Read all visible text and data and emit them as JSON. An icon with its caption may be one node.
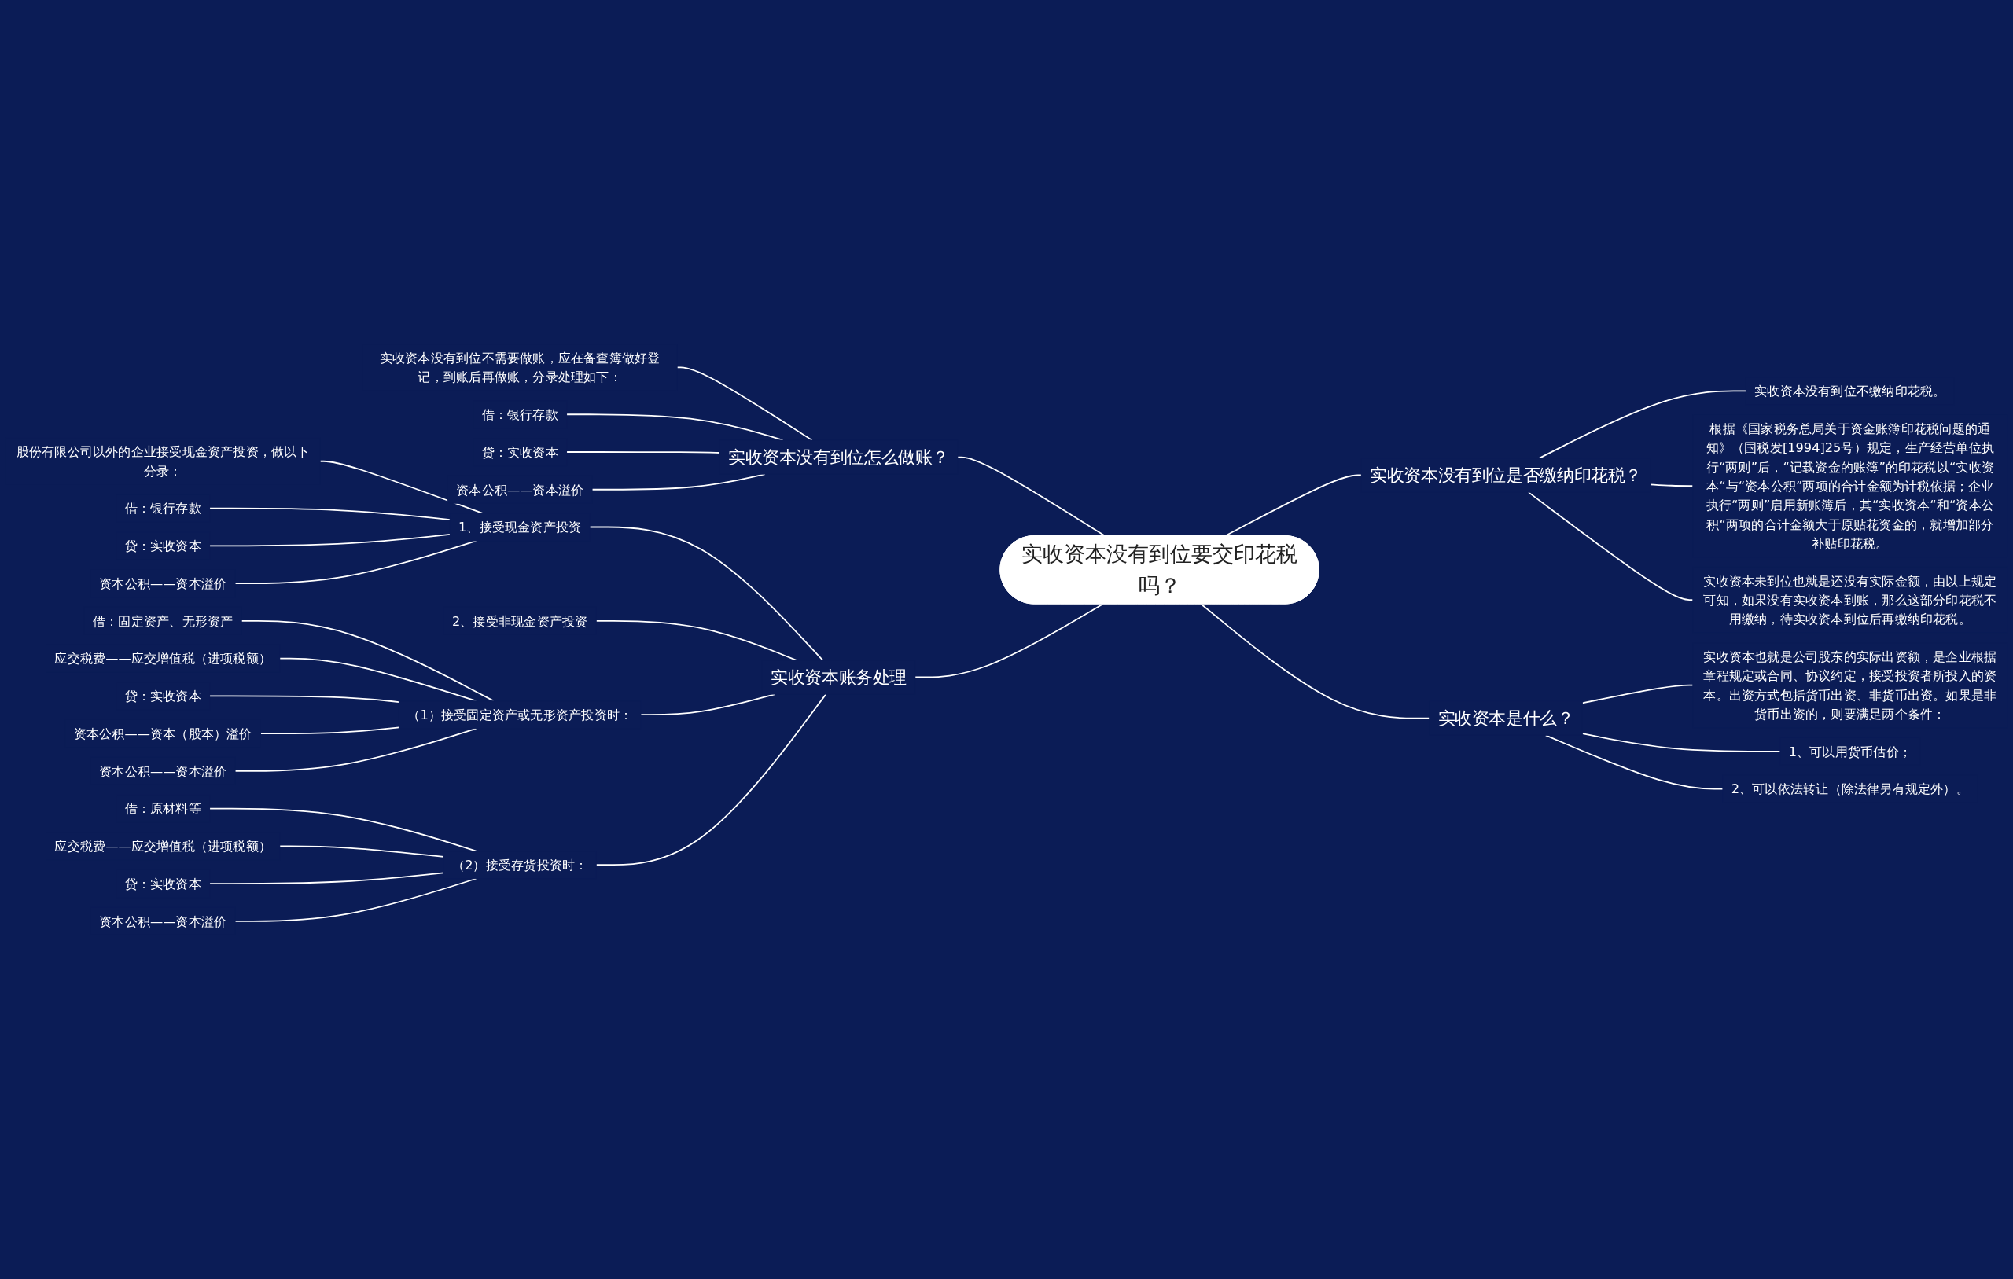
{
  "diagram": {
    "nodes": [
      {
        "text": [
          "实收资本没有到位要交印花税吗？"
        ]
      },
      {
        "text": [
          "实收资本没有到位怎么做账？"
        ]
      },
      {
        "text": [
          "实收资本没有到位不需要做账，应在备查簿做好登记，到账后再做账，分录处理如下："
        ]
      },
      {
        "text": [
          "借：银行存款"
        ]
      },
      {
        "text": [
          "贷：实收资本"
        ]
      },
      {
        "text": [
          "资本公积——资本溢价"
        ]
      },
      {
        "text": [
          "实收资本账务处理"
        ]
      },
      {
        "text": [
          "1、接受现金资产投资"
        ]
      },
      {
        "text": [
          "股份有限公司以外的企业接受现金资产投资，做以下分录："
        ]
      },
      {
        "text": [
          "借：银行存款"
        ]
      },
      {
        "text": [
          "贷：实收资本"
        ]
      },
      {
        "text": [
          "资本公积——资本溢价"
        ]
      },
      {
        "text": [
          "2、接受非现金资产投资"
        ]
      },
      {
        "text": [
          "（1）接受固定资产或无形资产投资时："
        ]
      },
      {
        "text": [
          "借：固定资产、无形资产"
        ]
      },
      {
        "text": [
          "应交税费——应交增值税（进项税额）"
        ]
      },
      {
        "text": [
          "贷：实收资本"
        ]
      },
      {
        "text": [
          "资本公积——资本（股本）溢价"
        ]
      },
      {
        "text": [
          "资本公积——资本溢价"
        ]
      },
      {
        "text": [
          "（2）接受存货投资时："
        ]
      },
      {
        "text": [
          "借：原材料等"
        ]
      },
      {
        "text": [
          "应交税费——应交增值税（进项税额）"
        ]
      },
      {
        "text": [
          "贷：实收资本"
        ]
      },
      {
        "text": [
          "资本公积——资本溢价"
        ]
      },
      {
        "text": [
          "实收资本没有到位是否缴纳印花税？"
        ]
      },
      {
        "text": [
          "实收资本没有到位不缴纳印花税。"
        ]
      },
      {
        "text": [
          "根据《国家税务总局关于资金账簿印花税问题的通知》（国税发[1994]25号）规定，生产经营单位执行“两则”后，“记载资金的账簿”的印花税以“实收资本“与“资本公积”两项的合计金额为计税依据；企业执行“两则”启用新账簿后，其“实收资本“和“资本公积“两项的合计金额大于原贴花资金的，就增加部分补贴印花税。"
        ]
      },
      {
        "text": [
          "实收资本未到位也就是还没有实际金额，由以上规定可知，如果没有实收资本到账，那么这部分印花税不用缴纳，待实收资本到位后再缴纳印花税。"
        ]
      },
      {
        "text": [
          "实收资本是什么？"
        ]
      },
      {
        "text": [
          "实收资本也就是公司股东的实际出资额，是企业根据章程规定或合同、协议约定，接受投资者所投入的资本。出资方式包括货币出资、非货币出资。如果是非货币出资的，则要满足两个条件："
        ]
      },
      {
        "text": [
          "1、可以用货币估价；"
        ]
      },
      {
        "text": [
          "2、可以依法转让（除法律另有规定外）。"
        ]
      }
    ],
    "edges": [
      {
        "from": 1,
        "to": 0,
        "arrow": "none"
      },
      {
        "from": 2,
        "to": 1,
        "arrow": "none"
      },
      {
        "from": 3,
        "to": 1,
        "arrow": "none"
      },
      {
        "from": 4,
        "to": 1,
        "arrow": "none"
      },
      {
        "from": 5,
        "to": 1,
        "arrow": "none"
      },
      {
        "from": 6,
        "to": 0,
        "arrow": "none"
      },
      {
        "from": 7,
        "to": 6,
        "arrow": "none"
      },
      {
        "from": 8,
        "to": 7,
        "arrow": "none"
      },
      {
        "from": 9,
        "to": 7,
        "arrow": "none"
      },
      {
        "from": 10,
        "to": 7,
        "arrow": "none"
      },
      {
        "from": 11,
        "to": 7,
        "arrow": "none"
      },
      {
        "from": 12,
        "to": 6,
        "arrow": "none"
      },
      {
        "from": 13,
        "to": 6,
        "arrow": "none"
      },
      {
        "from": 14,
        "to": 13,
        "arrow": "none"
      },
      {
        "from": 15,
        "to": 13,
        "arrow": "none"
      },
      {
        "from": 16,
        "to": 13,
        "arrow": "none"
      },
      {
        "from": 17,
        "to": 13,
        "arrow": "none"
      },
      {
        "from": 18,
        "to": 13,
        "arrow": "none"
      },
      {
        "from": 19,
        "to": 6,
        "arrow": "none"
      },
      {
        "from": 20,
        "to": 19,
        "arrow": "none"
      },
      {
        "from": 21,
        "to": 19,
        "arrow": "none"
      },
      {
        "from": 22,
        "to": 19,
        "arrow": "none"
      },
      {
        "from": 23,
        "to": 19,
        "arrow": "none"
      },
      {
        "from": 0,
        "to": 24,
        "arrow": "none"
      },
      {
        "from": 24,
        "to": 25,
        "arrow": "none"
      },
      {
        "from": 24,
        "to": 26,
        "arrow": "none"
      },
      {
        "from": 24,
        "to": 27,
        "arrow": "none"
      },
      {
        "from": 0,
        "to": 28,
        "arrow": "none"
      },
      {
        "from": 28,
        "to": 29,
        "arrow": "none"
      },
      {
        "from": 28,
        "to": 30,
        "arrow": "none"
      },
      {
        "from": 28,
        "to": 31,
        "arrow": "none"
      }
    ]
  }
}
